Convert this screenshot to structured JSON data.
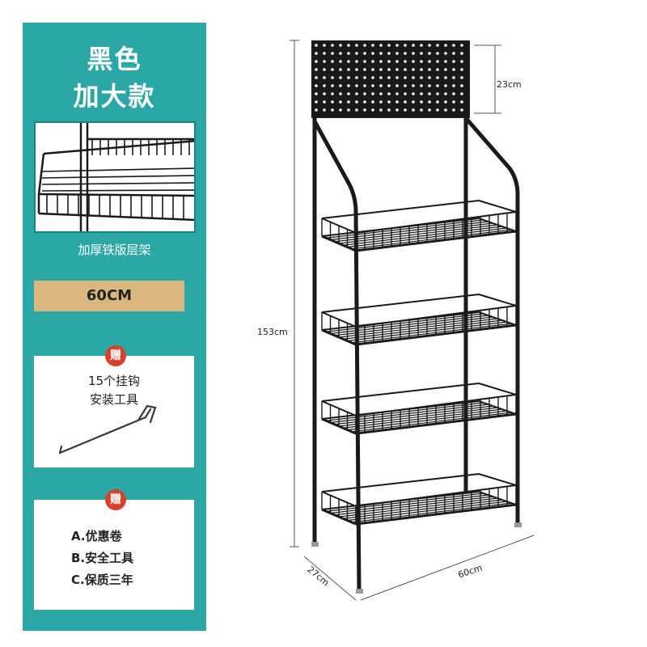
{
  "left_panel": {
    "title_line1": "黑色",
    "title_line2": "加大款",
    "shelf_caption": "加厚铁版层架",
    "size_tag": "60CM",
    "gift1": {
      "badge": "赠",
      "line1": "15个挂钩",
      "line2": "安装工具"
    },
    "gift2": {
      "badge": "赠",
      "items": [
        "A.优惠卷",
        "B.安全工具",
        "C.保质三年"
      ]
    }
  },
  "dimensions": {
    "header_height": "23cm",
    "total_height": "153cm",
    "width": "60cm",
    "depth": "27cm"
  },
  "colors": {
    "panel": "#2ba8a6",
    "size_tag": "#d9b77e",
    "badge": "#d8402b",
    "rack": "#1a1a1a"
  }
}
